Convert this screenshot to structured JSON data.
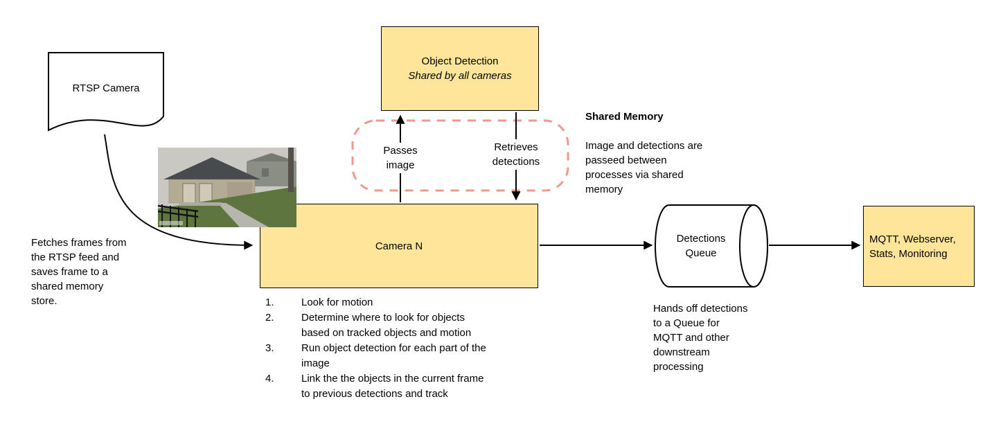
{
  "colors": {
    "node_fill": "#FFE599",
    "node_border": "#000000",
    "shared_memory_dash": "#F0998B",
    "arrow": "#000000"
  },
  "nodes": {
    "rtsp_camera": {
      "label": "RTSP Camera"
    },
    "object_detection": {
      "title": "Object Detection",
      "subtitle": "Shared by all cameras"
    },
    "camera_n": {
      "label": "Camera N"
    },
    "detections_queue": {
      "label": "Detections\nQueue"
    },
    "outputs": {
      "label": "MQTT, Webserver,\nStats, Monitoring"
    }
  },
  "edge_labels": {
    "passes_image": "Passes\nimage",
    "retrieves_detections": "Retrieves\ndetections"
  },
  "notes": {
    "fetch_frames": "Fetches frames from\nthe RTSP feed and\nsaves frame to a\nshared memory\nstore.",
    "shared_memory_title": "Shared Memory",
    "shared_memory_body": "Image and detections are\npasseed between\nprocesses via shared\nmemory",
    "queue_handoff": "Hands off detections\nto a Queue for\nMQTT and other\ndownstream\nprocessing"
  },
  "camera_steps": [
    {
      "num": "1.",
      "text": "Look for motion"
    },
    {
      "num": "2.",
      "text": "Determine where to look for objects\nbased on tracked objects and motion"
    },
    {
      "num": "3.",
      "text": "Run object detection for each part of the\nimage"
    },
    {
      "num": "4.",
      "text": "Link the the objects in the current frame\nto previous detections and track"
    }
  ]
}
